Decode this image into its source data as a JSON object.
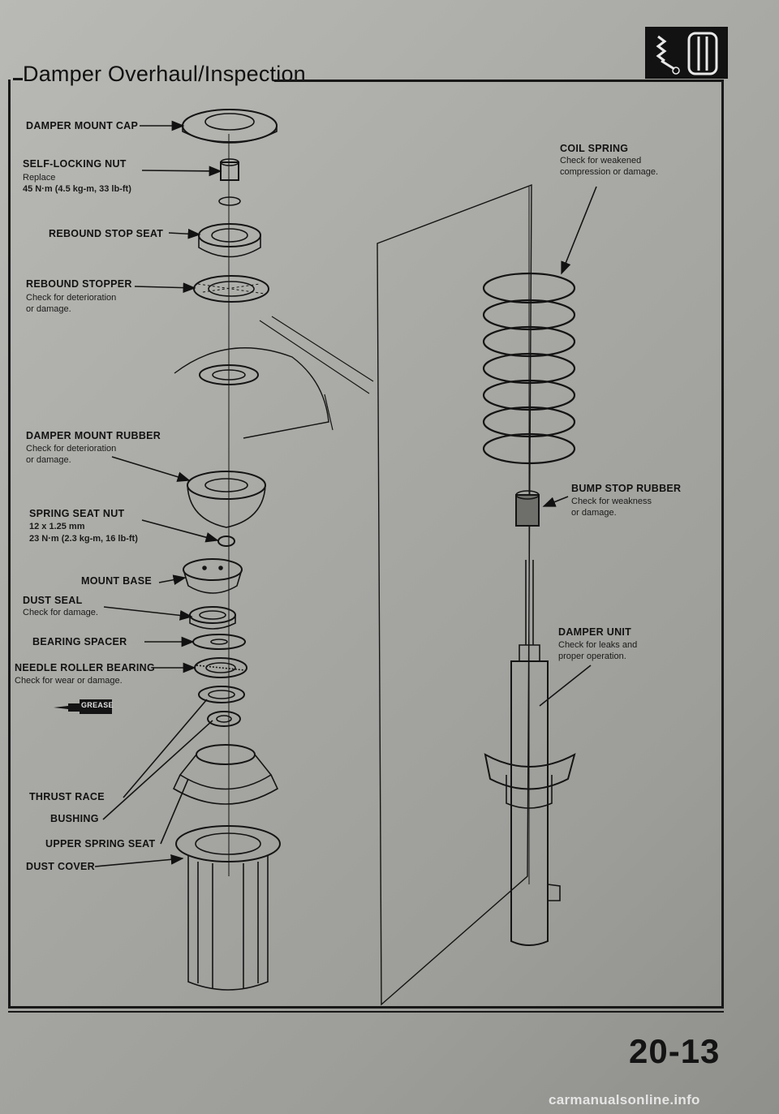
{
  "title": "Damper Overhaul/Inspection",
  "page_number": "20-13",
  "watermark": "carmanualsonline.info",
  "icons": {
    "section": "shock-absorber-icon",
    "grease": "grease-brush-icon"
  },
  "colors": {
    "ink": "#151515",
    "paper": "#b0b0ac"
  },
  "parts": {
    "damper_mount_cap": {
      "name": "DAMPER MOUNT CAP"
    },
    "self_locking_nut": {
      "name": "SELF-LOCKING NUT",
      "note1": "Replace",
      "note2": "45 N·m (4.5 kg-m, 33 lb-ft)"
    },
    "rebound_stop_seat": {
      "name": "REBOUND STOP SEAT"
    },
    "rebound_stopper": {
      "name": "REBOUND STOPPER",
      "note1": "Check for deterioration",
      "note2": "or damage."
    },
    "damper_mount_rubber": {
      "name": "DAMPER MOUNT RUBBER",
      "note1": "Check for deterioration",
      "note2": "or damage."
    },
    "spring_seat_nut": {
      "name": "SPRING SEAT NUT",
      "note1": "12 x 1.25 mm",
      "note2": "23 N·m (2.3 kg-m, 16 lb-ft)"
    },
    "mount_base": {
      "name": "MOUNT BASE"
    },
    "dust_seal": {
      "name": "DUST SEAL",
      "note1": "Check for damage."
    },
    "bearing_spacer": {
      "name": "BEARING SPACER"
    },
    "needle_roller_bearing": {
      "name": "NEEDLE ROLLER BEARING",
      "note1": "Check for wear or damage."
    },
    "grease": {
      "label": "GREASE"
    },
    "thrust_race": {
      "name": "THRUST RACE"
    },
    "bushing": {
      "name": "BUSHING"
    },
    "upper_spring_seat": {
      "name": "UPPER SPRING SEAT"
    },
    "dust_cover": {
      "name": "DUST COVER"
    },
    "coil_spring": {
      "name": "COIL SPRING",
      "note1": "Check for weakened",
      "note2": "compression or damage."
    },
    "bump_stop_rubber": {
      "name": "BUMP STOP RUBBER",
      "note1": "Check for weakness",
      "note2": "or damage."
    },
    "damper_unit": {
      "name": "DAMPER UNIT",
      "note1": "Check for leaks and",
      "note2": "proper operation."
    }
  }
}
